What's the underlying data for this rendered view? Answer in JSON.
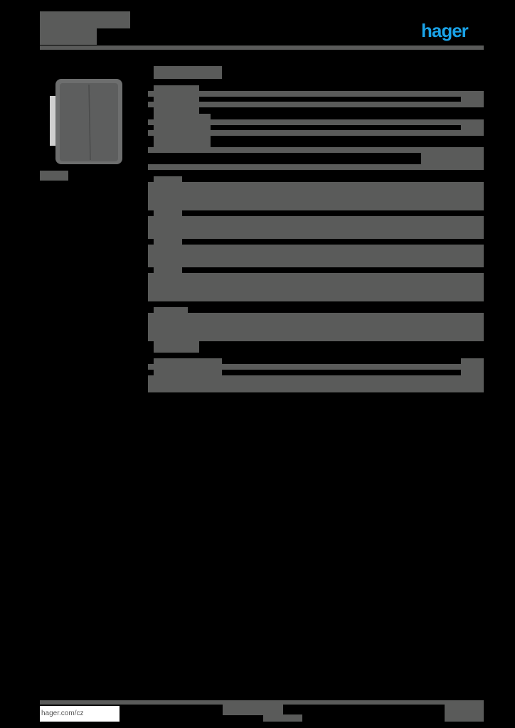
{
  "header": {
    "brand_logo": "hager",
    "brand_color": "#1aa3e8",
    "title_redacted": true
  },
  "product_image": {
    "description": "grey surface-mounted double rocker switch",
    "caption_redacted": true
  },
  "spec_table": {
    "content_redacted": true,
    "redaction_color": "#5a5b5a"
  },
  "footer": {
    "url": "hager.com/cz"
  }
}
